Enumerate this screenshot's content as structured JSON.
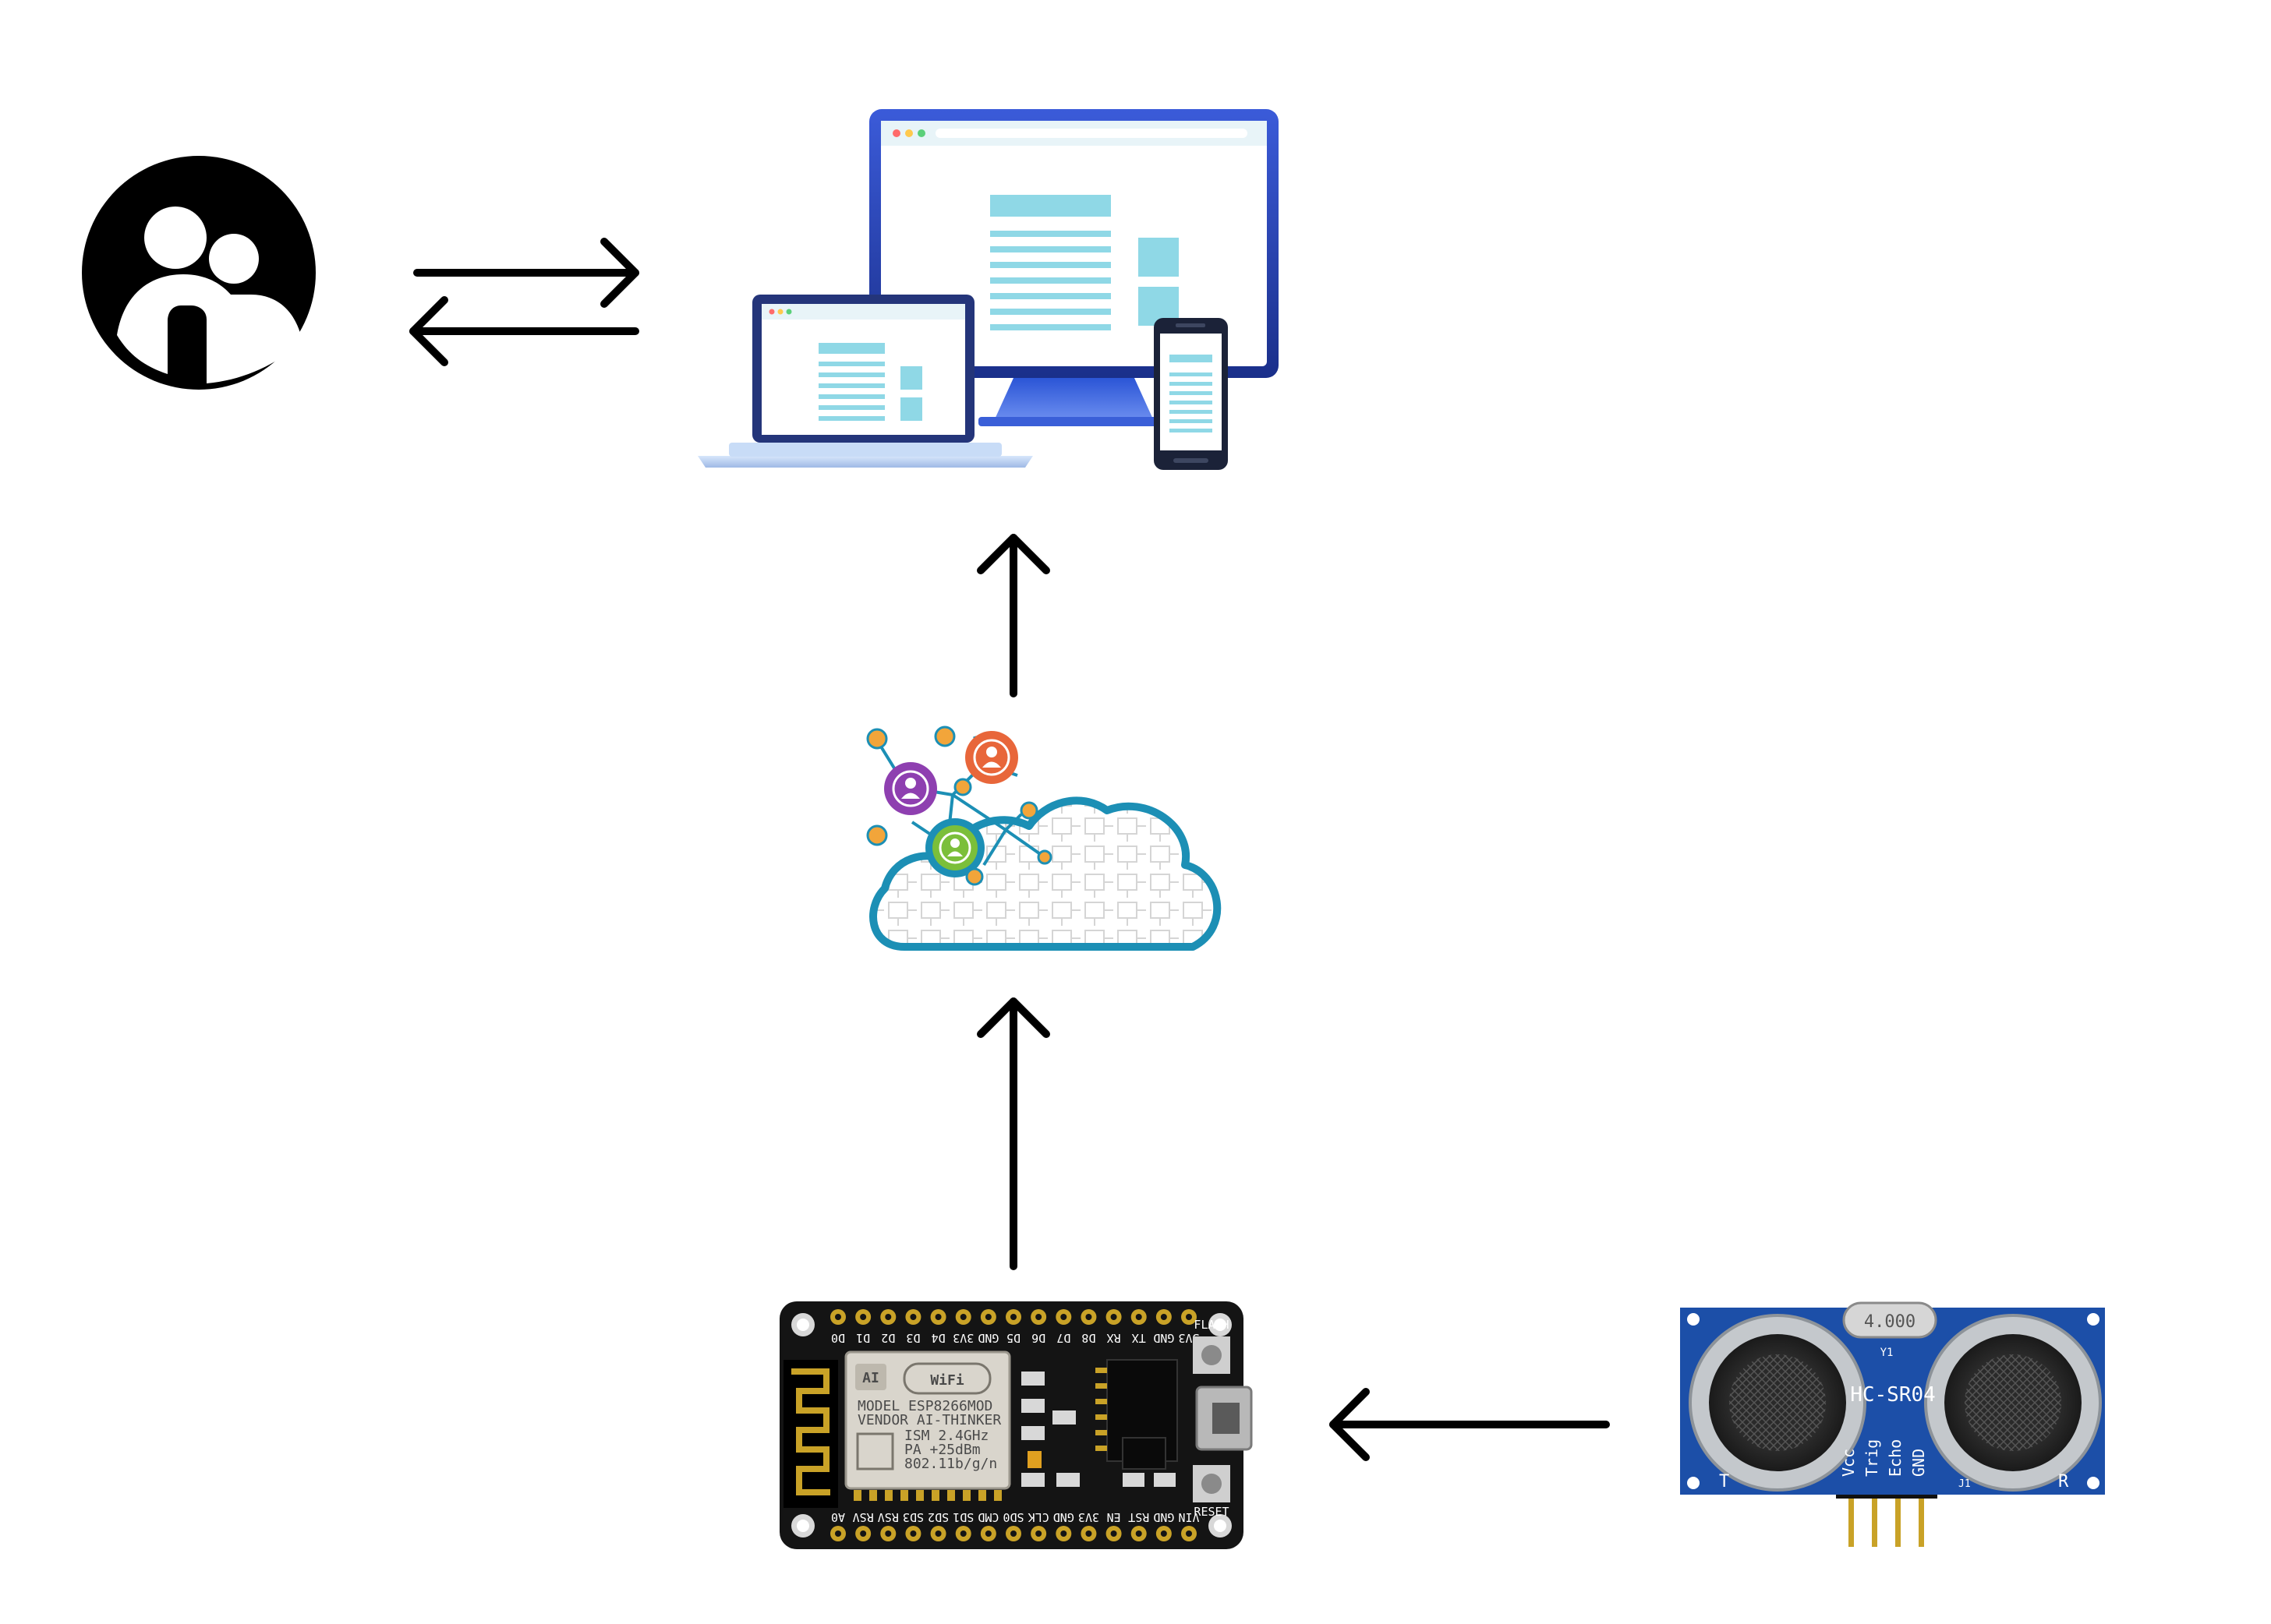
{
  "nodes": {
    "user": {
      "icon": "user-group-icon"
    },
    "devices": {
      "icon": "responsive-devices-icon"
    },
    "cloud": {
      "icon": "iot-cloud-network-icon"
    },
    "nodemcu": {
      "icon": "esp8266-nodemcu-board-icon",
      "module_logo_left": "AI",
      "module_logo_right": "WiFi",
      "module_text": [
        "MODEL  ESP8266MOD",
        "VENDOR  AI-THINKER",
        "ISM 2.4GHz",
        "PA  +25dBm",
        "802.11b/g/n"
      ],
      "top_pins": [
        "D0",
        "D1",
        "D2",
        "D3",
        "D4",
        "3V3",
        "GND",
        "D5",
        "D6",
        "D7",
        "D8",
        "RX",
        "TX",
        "GND",
        "3V3"
      ],
      "bottom_pins": [
        "A0",
        "RSV",
        "RSV",
        "SD3",
        "SD2",
        "SD1",
        "CMD",
        "SD0",
        "CLK",
        "GND",
        "3V3",
        "EN",
        "RST",
        "GND",
        "VIN"
      ],
      "button_flash": "FLASH",
      "button_reset": "RESET"
    },
    "sensor": {
      "icon": "hc-sr04-ultrasonic-sensor-icon",
      "model": "HC-SR04",
      "crystal": "4.000",
      "crystal_label": "Y1",
      "pins": [
        "Vcc",
        "Trig",
        "Echo",
        "GND"
      ],
      "left_mark": "T",
      "right_mark": "R",
      "header_label": "J1"
    }
  },
  "connections": [
    {
      "from": "user",
      "to": "devices",
      "direction": "bidirectional"
    },
    {
      "from": "cloud",
      "to": "devices",
      "direction": "up"
    },
    {
      "from": "nodemcu",
      "to": "cloud",
      "direction": "up"
    },
    {
      "from": "sensor",
      "to": "nodemcu",
      "direction": "left"
    }
  ],
  "colors": {
    "arrow": "#000000",
    "screen_accent": "#8fd8e6",
    "cloud_outline": "#1c8fb5",
    "board": "#1a1a1a",
    "pcb_blue": "#1c4fa8",
    "node_purple": "#8e3fb0",
    "node_orange": "#e8663a",
    "node_green": "#7bbf3a"
  }
}
